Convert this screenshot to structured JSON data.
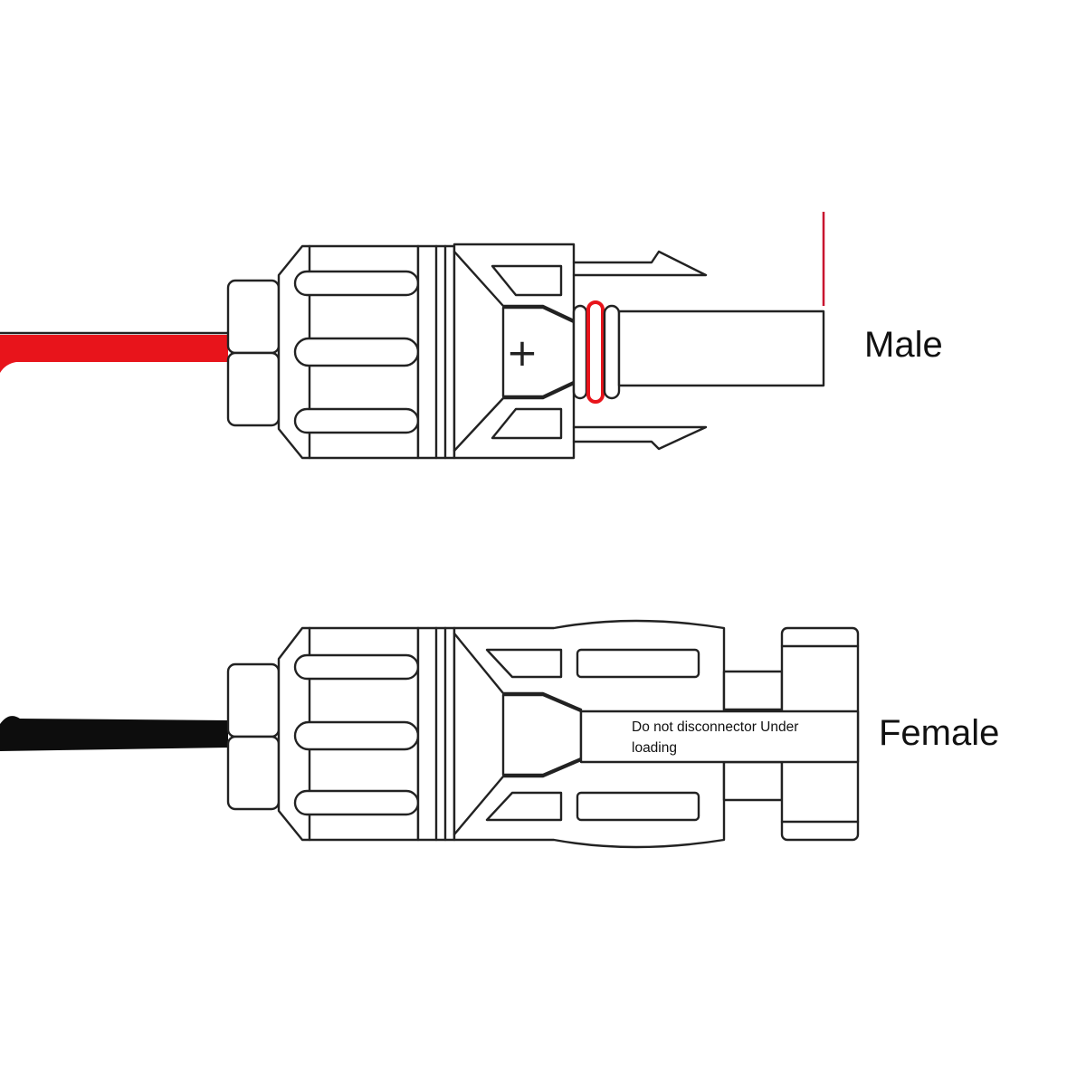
{
  "labels": {
    "male": "Male",
    "female": "Female",
    "warning_line1": "Do not disconnector Under",
    "warning_line2": "loading",
    "polarity_symbol": "+"
  },
  "colors": {
    "male_cable": "#e8141b",
    "female_cable": "#0d0d0d",
    "seal_ring": "#e8141b",
    "marker_line": "#c8102e",
    "outline": "#222222",
    "background": "#ffffff"
  },
  "connectors": [
    {
      "id": "male",
      "cable_color": "red"
    },
    {
      "id": "female",
      "cable_color": "black"
    }
  ]
}
